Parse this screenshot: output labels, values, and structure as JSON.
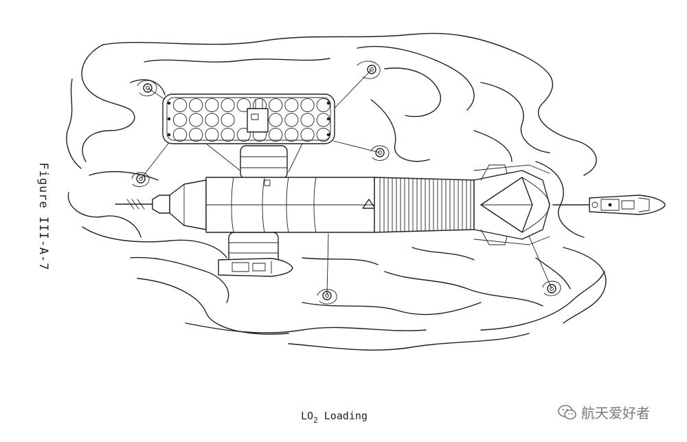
{
  "figure_label": "Figure III-A-7",
  "caption": {
    "prefix": "LO",
    "subscript": "2",
    "suffix": " Loading"
  },
  "watermark": {
    "text": "航天爱好者",
    "icon": "wechat-icon"
  },
  "colors": {
    "ink": "#1e1e1e",
    "background": "#ffffff",
    "watermark": "#7a7a7a"
  }
}
